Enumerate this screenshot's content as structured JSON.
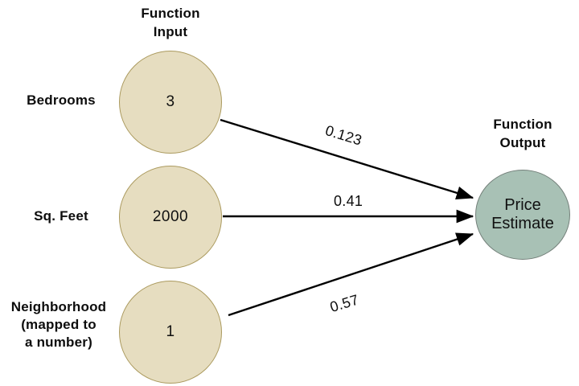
{
  "diagram": {
    "type": "neural-network-single-layer",
    "input_group_title": "Function\nInput",
    "input_group_title_line1": "Function",
    "input_group_title_line2": "Input",
    "output_group_title_line1": "Function",
    "output_group_title_line2": "Output",
    "colors": {
      "input_fill": "#e6ddc0",
      "input_stroke": "#ab9a5e",
      "output_fill": "#a8c1b5",
      "output_stroke": "#74807a",
      "edge": "#000000",
      "text": "#0d0d0d",
      "background": "#ffffff"
    },
    "inputs": [
      {
        "label": "Bedrooms",
        "value": "3",
        "weight": "0.123"
      },
      {
        "label": "Sq. Feet",
        "value": "2000",
        "weight": "0.41"
      },
      {
        "label_line1": "Neighborhood",
        "label_line2": "(mapped to",
        "label_line3": "a number)",
        "label": "Neighborhood (mapped to a number)",
        "value": "1",
        "weight": "0.57"
      }
    ],
    "output": {
      "label_line1": "Price",
      "label_line2": "Estimate",
      "label": "Price Estimate"
    },
    "edges": [
      {
        "from": "Bedrooms",
        "to": "Price Estimate",
        "weight": "0.123"
      },
      {
        "from": "Sq. Feet",
        "to": "Price Estimate",
        "weight": "0.41"
      },
      {
        "from": "Neighborhood",
        "to": "Price Estimate",
        "weight": "0.57"
      }
    ]
  }
}
